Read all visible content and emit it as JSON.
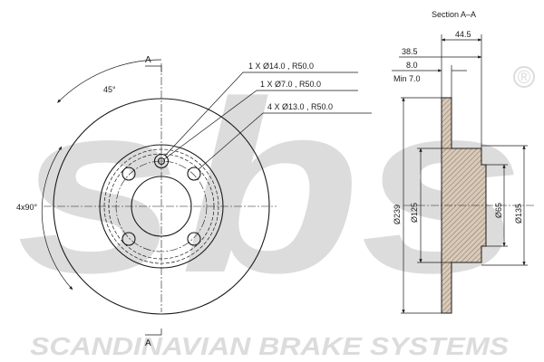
{
  "watermark": {
    "brand": "sbs",
    "registered": "®",
    "tagline": "SCANDINAVIAN BRAKE SYSTEMS"
  },
  "front_view": {
    "section_marker_top": "A",
    "section_marker_bottom": "A",
    "angle_label": "45°",
    "spacing_label": "4x90°",
    "hole_callouts": [
      "1 X Ø14.0 , R50.0",
      "1 X Ø7.0 , R50.0",
      "4 X Ø13.0 , R50.0"
    ]
  },
  "section_view": {
    "title": "Section A–A",
    "dim_44_5": "44.5",
    "dim_38_5": "38.5",
    "dim_8_0": "8.0",
    "dim_min": "Min 7.0",
    "dia_239": "Ø239",
    "dia_125": "Ø125",
    "dia_65": "Ø65",
    "dia_135": "Ø135"
  },
  "colors": {
    "line": "#1a1a1a",
    "hatch_fill": "#d9c9b8",
    "watermark": "#dcdcdc"
  }
}
